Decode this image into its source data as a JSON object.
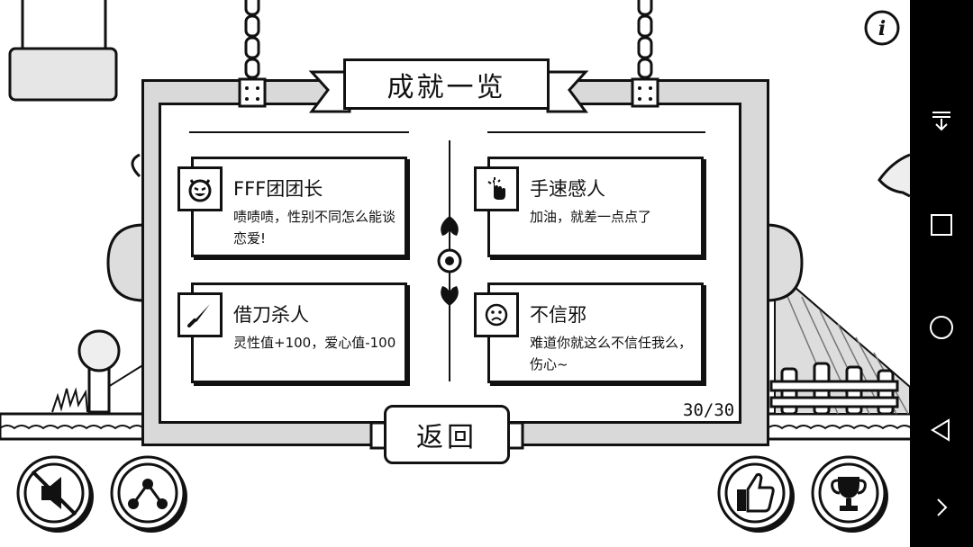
{
  "dialog": {
    "title": "成就一览",
    "counter": "30/30",
    "back_label": "返回"
  },
  "achievements": [
    {
      "icon": "devil-face-icon",
      "title": "FFF团团长",
      "description": "啧啧啧，性别不同怎么能谈恋爱!"
    },
    {
      "icon": "tap-finger-icon",
      "title": "手速感人",
      "description": "加油，就差一点点了"
    },
    {
      "icon": "knife-icon",
      "title": "借刀杀人",
      "description": "灵性值+100，爱心值-100"
    },
    {
      "icon": "sad-face-icon",
      "title": "不信邪",
      "description": "难道你就这么不信任我么，伤心~"
    }
  ],
  "hud": {
    "info_icon": "info-icon",
    "mute_icon": "sound-muted-icon",
    "share_icon": "share-icon",
    "like_icon": "thumbs-up-icon",
    "trophy_icon": "trophy-icon"
  },
  "system_nav": {
    "icons": [
      "notification-pull-icon",
      "recent-apps-icon",
      "home-icon",
      "back-icon",
      "expand-icon"
    ]
  }
}
